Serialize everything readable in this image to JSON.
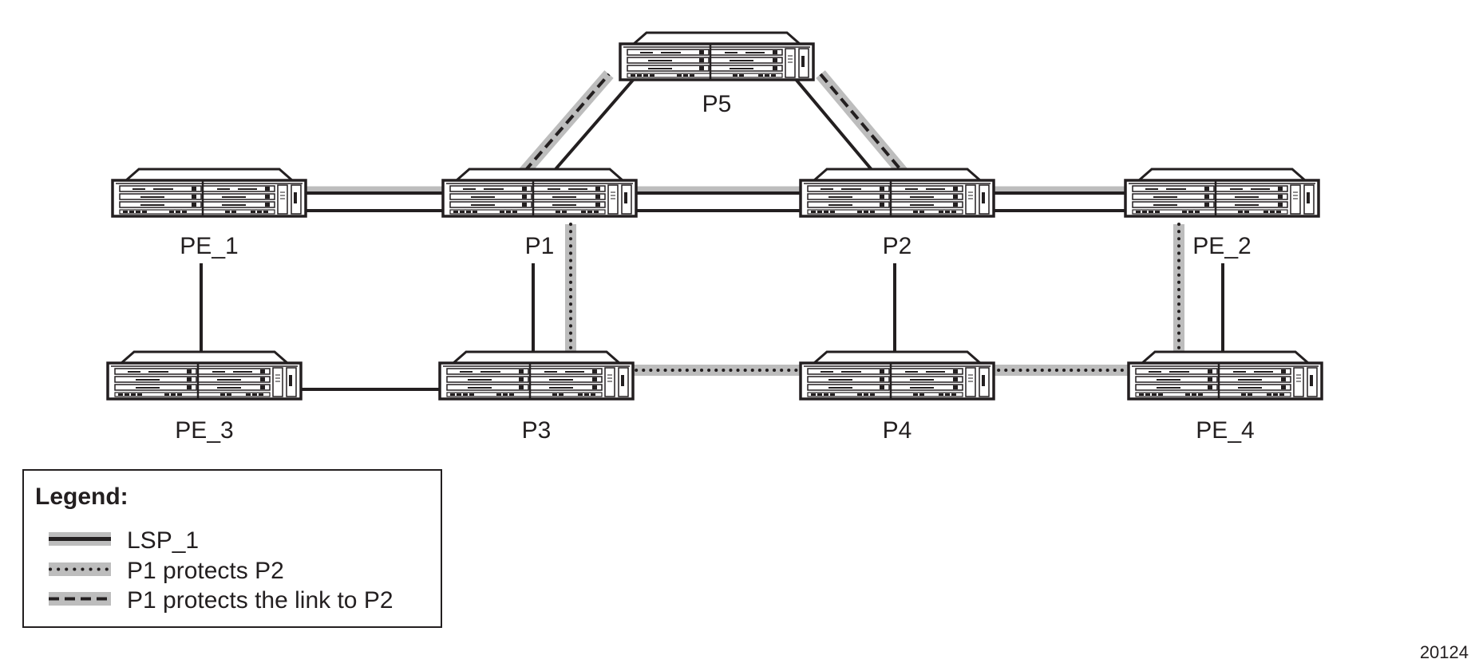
{
  "nodes": {
    "P5": {
      "label": "P5"
    },
    "PE_1": {
      "label": "PE_1"
    },
    "P1": {
      "label": "P1"
    },
    "P2": {
      "label": "P2"
    },
    "PE_2": {
      "label": "PE_2"
    },
    "PE_3": {
      "label": "PE_3"
    },
    "P3": {
      "label": "P3"
    },
    "P4": {
      "label": "P4"
    },
    "PE_4": {
      "label": "PE_4"
    }
  },
  "links": [
    {
      "from": "PE_1",
      "to": "P1",
      "style": "lsp"
    },
    {
      "from": "P1",
      "to": "P2",
      "style": "lsp"
    },
    {
      "from": "P2",
      "to": "PE_2",
      "style": "lsp"
    },
    {
      "from": "P1",
      "to": "P5",
      "style": "link-protect"
    },
    {
      "from": "P5",
      "to": "P2",
      "style": "link-protect"
    },
    {
      "from": "P1",
      "to": "P3",
      "style": "node-protect"
    },
    {
      "from": "P3",
      "to": "P4",
      "style": "node-protect"
    },
    {
      "from": "P4",
      "to": "PE_4",
      "style": "node-protect"
    },
    {
      "from": "PE_4",
      "to": "PE_2",
      "style": "node-protect"
    },
    {
      "from": "PE_1",
      "to": "PE_3",
      "style": "plain"
    },
    {
      "from": "PE_3",
      "to": "P3",
      "style": "plain"
    },
    {
      "from": "P1",
      "to": "P3",
      "style": "plain"
    },
    {
      "from": "P2",
      "to": "P4",
      "style": "plain"
    },
    {
      "from": "PE_2",
      "to": "PE_4",
      "style": "plain"
    }
  ],
  "legend": {
    "title": "Legend:",
    "items": [
      {
        "label": "LSP_1",
        "style": "lsp"
      },
      {
        "label": "P1 protects P2",
        "style": "node-protect"
      },
      {
        "label": "P1 protects the link to P2",
        "style": "link-protect"
      }
    ]
  },
  "figure_id": "20124",
  "colors": {
    "line": "#231f20",
    "highlight": "#bdbdbd",
    "background": "#ffffff"
  }
}
